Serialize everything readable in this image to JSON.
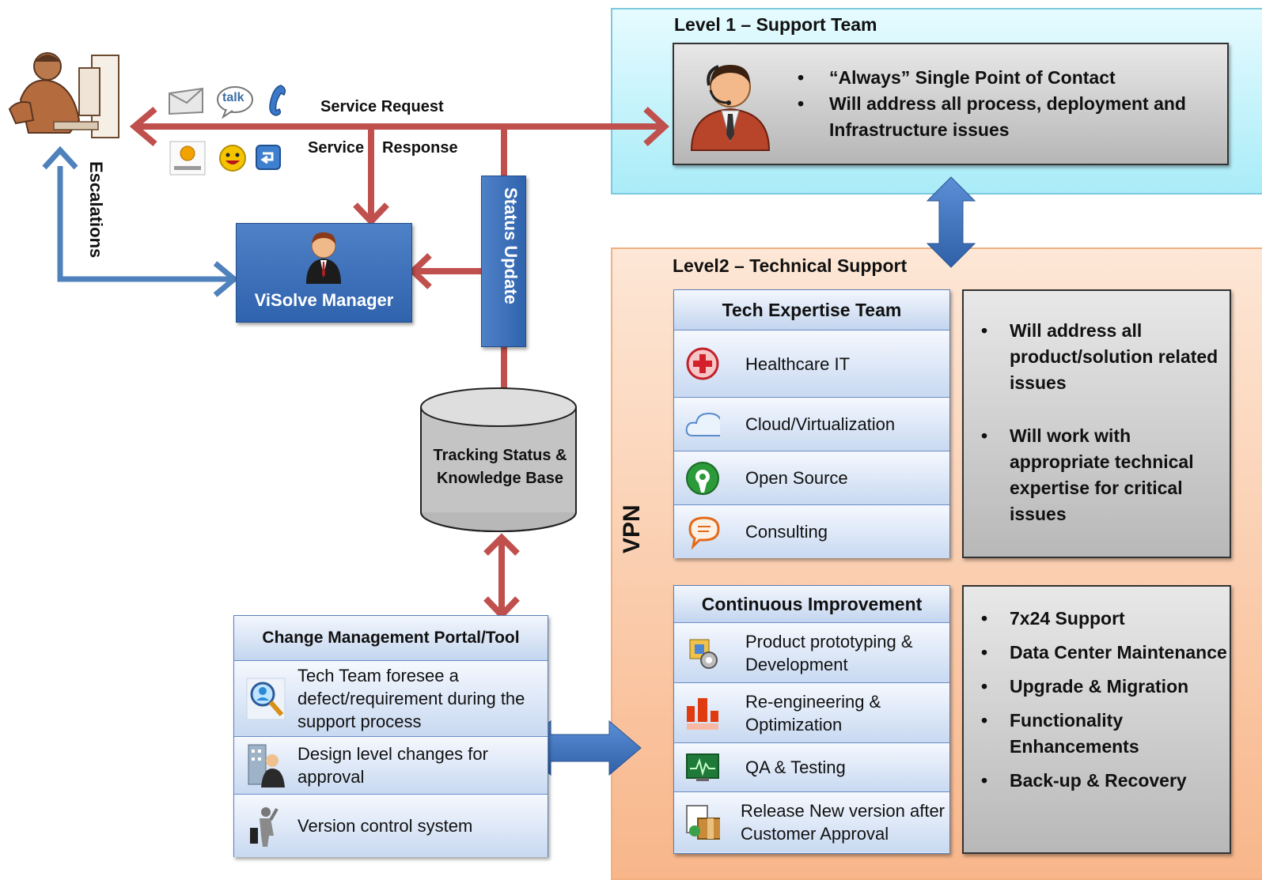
{
  "level1": {
    "title": "Level 1 – Support Team",
    "bullets": [
      "“Always” Single Point of Contact",
      "Will address all process, deployment and Infrastructure issues"
    ]
  },
  "level2": {
    "title": "Level2 – Technical Support",
    "vpn_label": "VPN",
    "tech_expertise": {
      "title": "Tech Expertise Team",
      "items": [
        "Healthcare IT",
        "Cloud/Virtualization",
        "Open Source",
        "Consulting"
      ],
      "notes": [
        "Will address all product/solution related issues",
        "Will work with appropriate technical expertise  for critical issues"
      ]
    },
    "continuous_improvement": {
      "title": "Continuous Improvement",
      "items": [
        "Product prototyping & Development",
        "Re-engineering  & Optimization",
        "QA & Testing",
        "Release New version after Customer Approval"
      ],
      "notes": [
        "7x24 Support",
        "Data Center Maintenance",
        "Upgrade & Migration",
        "Functionality Enhancements",
        "Back-up & Recovery"
      ]
    }
  },
  "flow": {
    "service_request": "Service Request",
    "service": "Service",
    "response": "Response",
    "escalations": "Escalations",
    "status_update": "Status Update",
    "manager": "ViSolve Manager",
    "database": "Tracking Status & Knowledge Base",
    "talk_icon_text": "talk"
  },
  "change_management": {
    "title": "Change Management Portal/Tool",
    "items": [
      "Tech Team foresee a defect/requirement  during the support process",
      "Design level changes for approval",
      "Version control system"
    ]
  },
  "colors": {
    "red_arrow": "#c0504d",
    "blue_arrow": "#4f81bd",
    "level1_bg": "#bdf0fa",
    "level2_bg": "#fbc9a4"
  }
}
